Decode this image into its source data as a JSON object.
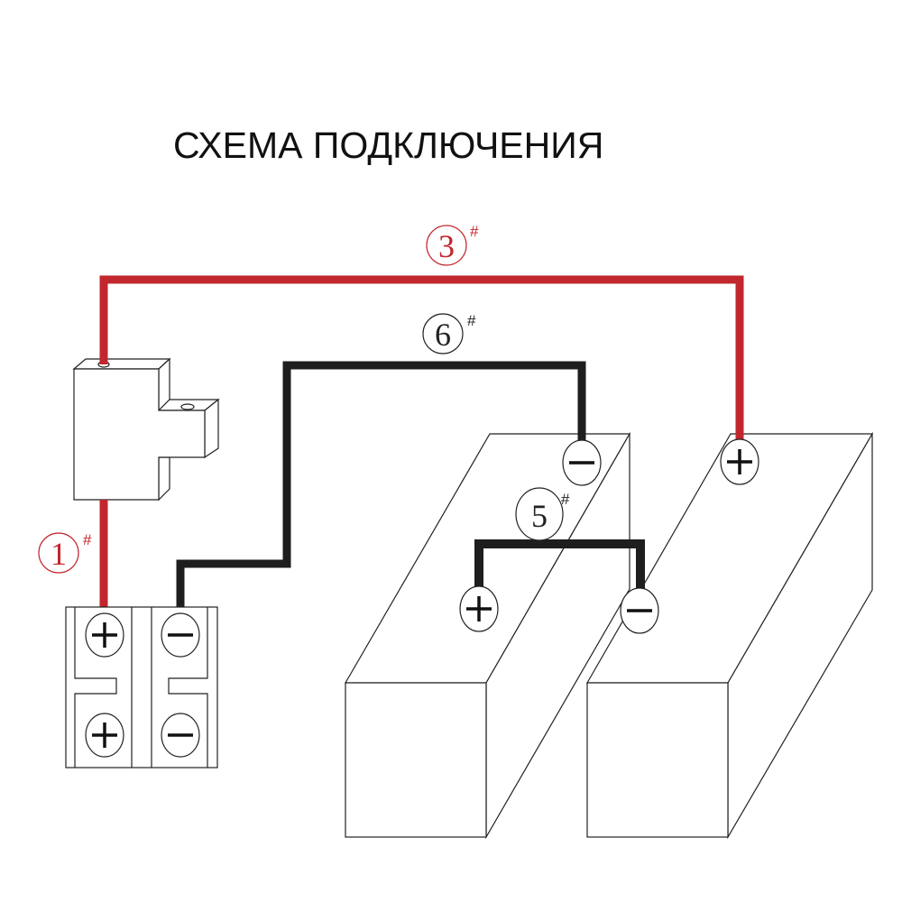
{
  "title": "СХЕМА ПОДКЛЮЧЕНИЯ",
  "colors": {
    "red_wire": "#c1272d",
    "black_wire": "#1e1e1e"
  },
  "labels": {
    "wire1": {
      "number": "1",
      "suffix": "#"
    },
    "wire3": {
      "number": "3",
      "suffix": "#"
    },
    "wire5": {
      "number": "5",
      "suffix": "#"
    },
    "wire6": {
      "number": "6",
      "suffix": "#"
    }
  }
}
